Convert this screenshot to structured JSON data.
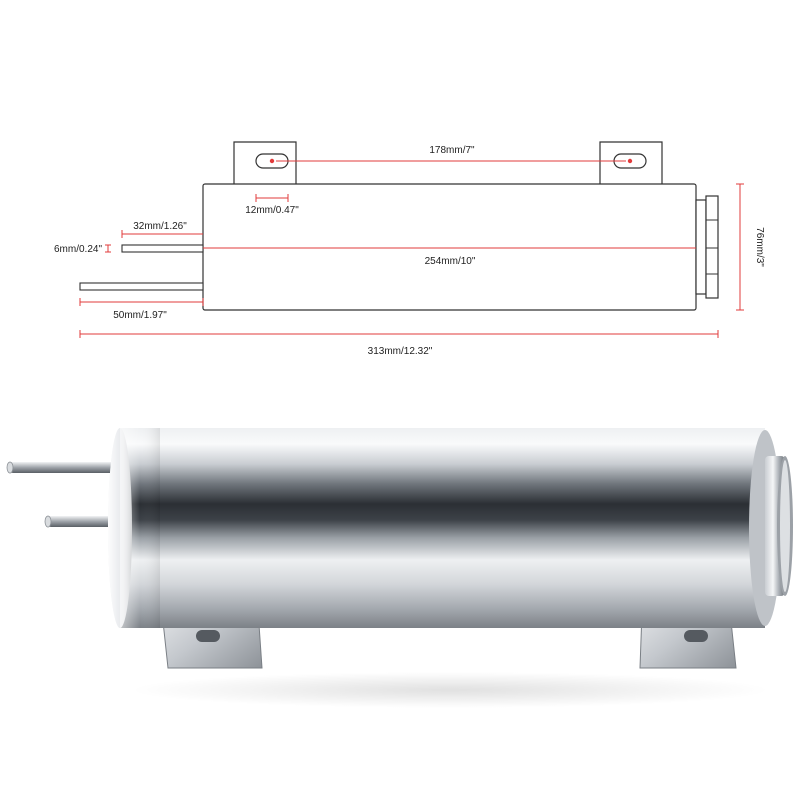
{
  "dimensions": {
    "bracket_spacing": "178mm/7\"",
    "bracket_tab": "12mm/0.47\"",
    "inlet_length": "32mm/1.26\"",
    "pipe_diameter": "6mm/0.24\"",
    "body_length": "254mm/10\"",
    "outlet_length": "50mm/1.97\"",
    "body_diameter": "76mm/3\"",
    "overall_length": "313mm/12.32\""
  },
  "colors": {
    "dimension_line": "#e23b3b",
    "outline": "#333333",
    "background": "#ffffff"
  }
}
